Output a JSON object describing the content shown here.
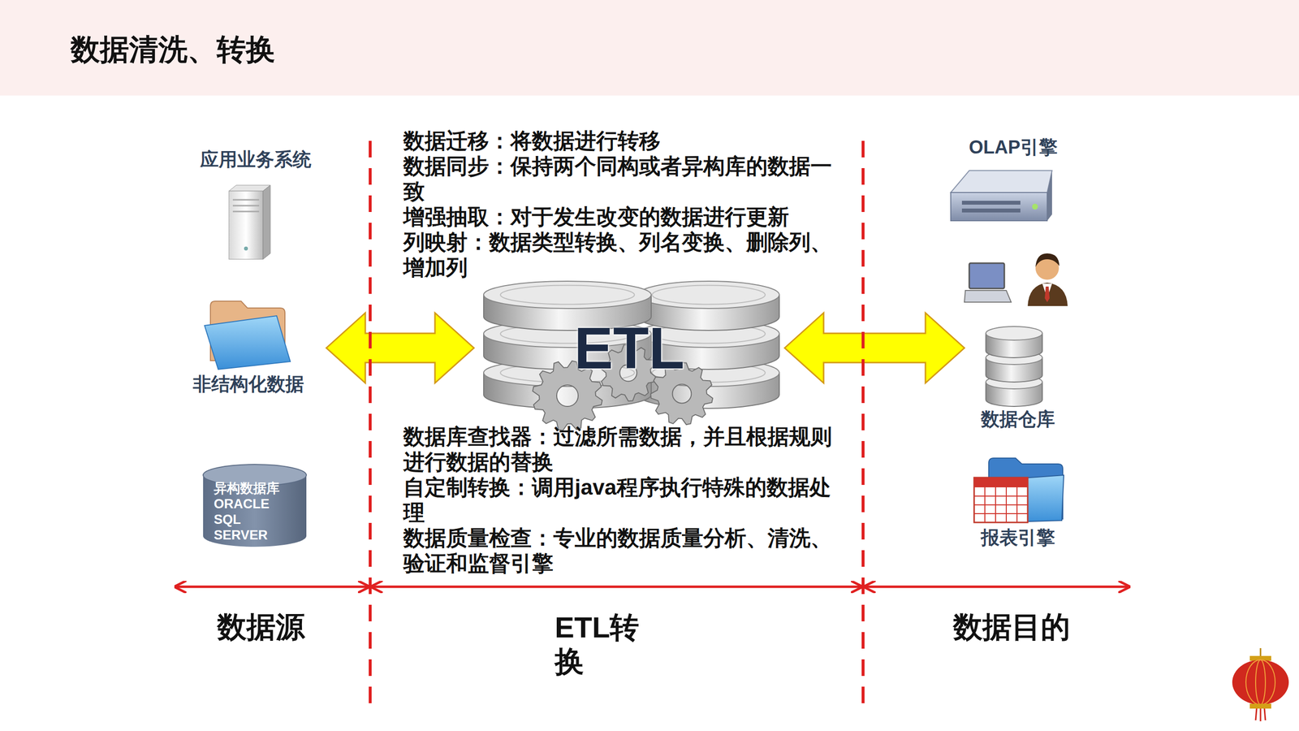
{
  "diagram": {
    "title": "数据清洗、转换",
    "nodes": [
      {
        "text": [
          "应用业务系统"
        ]
      },
      {
        "text": [
          "非结构化数据"
        ]
      },
      {
        "text": [
          "异构数据库 ORACLE SQL SERVER"
        ]
      },
      {
        "text": [
          "ETL"
        ]
      },
      {
        "text": [
          "OLAP引擎"
        ]
      },
      {
        "text": [
          "数据仓库"
        ]
      },
      {
        "text": [
          "报表引擎"
        ]
      }
    ],
    "edges": [
      {
        "from": 1,
        "to": 3,
        "arrow": "both"
      },
      {
        "from": 3,
        "to": 5,
        "arrow": "both"
      }
    ],
    "labels": [
      "数据迁移：将数据进行转移",
      "数据同步：保持两个同构或者异构库的数据一致",
      "增强抽取：对于发生改变的数据进行更新",
      "列映射：数据类型转换、列名变换、删除列、增加列",
      "数据库查找器：过滤所需数据，并且根据规则进行数据的替换",
      "自定制转换：调用java程序执行特殊的数据处理",
      "数据质量检查：专业的数据质量分析、清洗、验证和监督引擎",
      "数据源",
      "ETL转换",
      "数据目的"
    ]
  }
}
